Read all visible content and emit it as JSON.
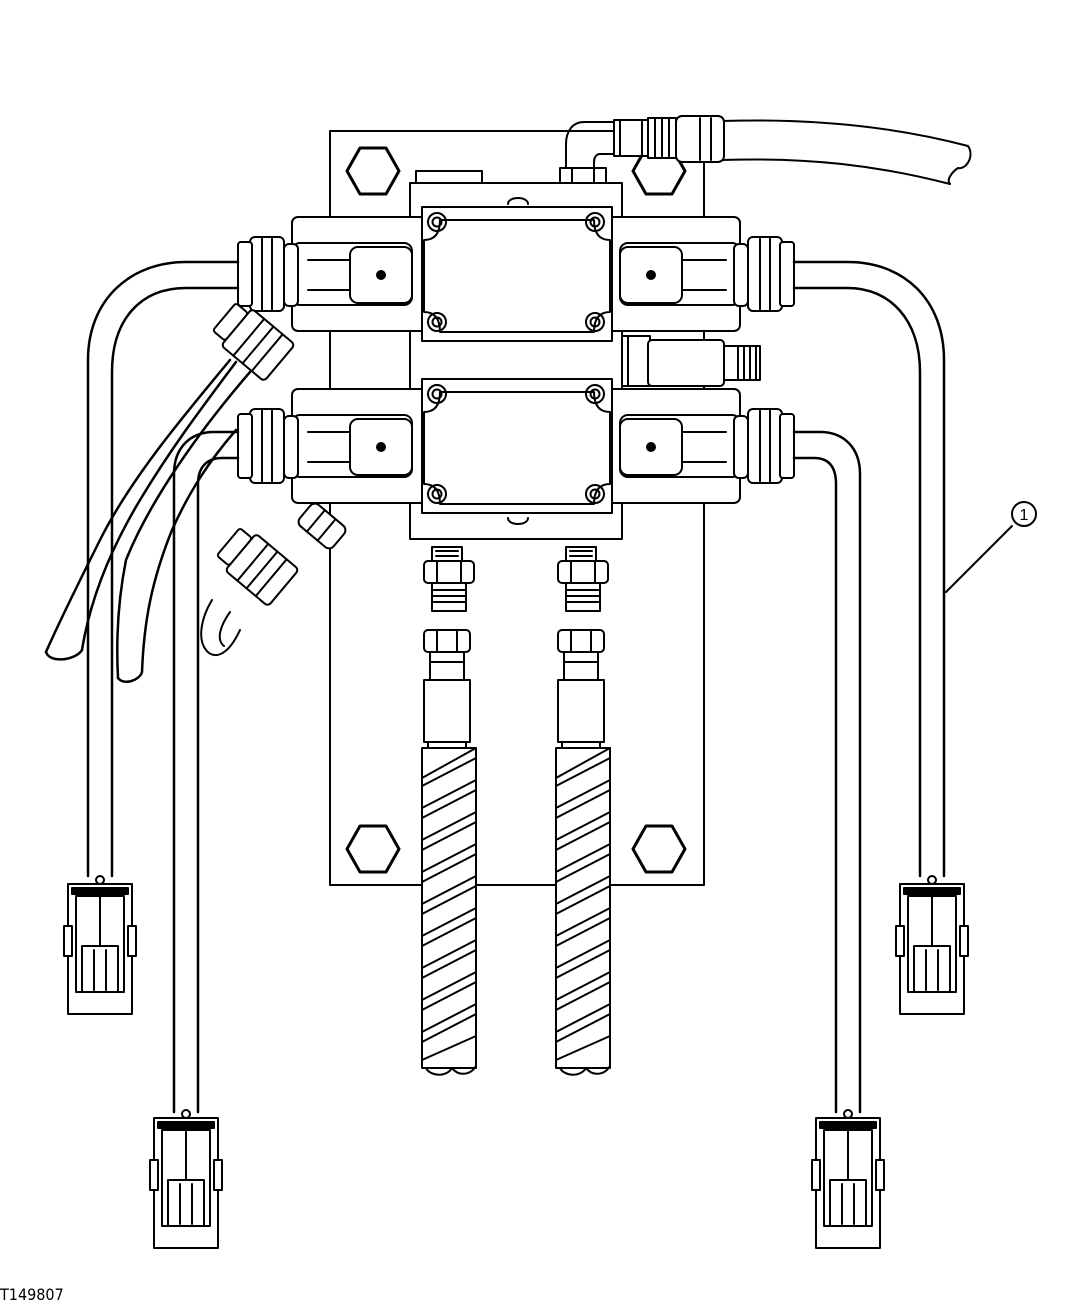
{
  "figure": {
    "id_label": "T149807",
    "callouts": [
      {
        "number": "1",
        "refers_to": "wiring-harness"
      }
    ]
  },
  "colors": {
    "line": "#000000",
    "background": "#ffffff"
  }
}
